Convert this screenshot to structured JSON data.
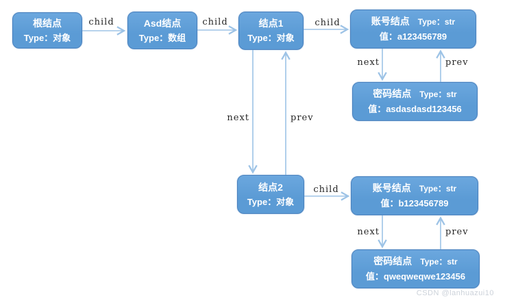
{
  "watermark": "CSDN @lanhuazui10",
  "colors": {
    "node_fill": "#5b9bd5",
    "node_border": "#4a80bd",
    "arrow": "#9dc3e6",
    "edge_label_text": "#262626",
    "node_text": "#ffffff",
    "watermark_text": "#ccd2da",
    "background": "#ffffff"
  },
  "nodes": {
    "root": {
      "name": "根结点",
      "type": "Type：对象"
    },
    "asd": {
      "name": "Asd结点",
      "type": "Type：数组"
    },
    "node1": {
      "name": "结点1",
      "type": "Type：对象"
    },
    "account1": {
      "name": "账号结点",
      "type": "Type：str",
      "value": "值：a123456789"
    },
    "password1": {
      "name": "密码结点",
      "type": "Type：str",
      "value": "值：asdasdasd123456"
    },
    "node2": {
      "name": "结点2",
      "type": "Type：对象"
    },
    "account2": {
      "name": "账号结点",
      "type": "Type：str",
      "value": "值：b123456789"
    },
    "password2": {
      "name": "密码结点",
      "type": "Type：str",
      "value": "值：qweqweqwe123456"
    }
  },
  "edges": [
    {
      "from": "root",
      "to": "asd",
      "label": "child"
    },
    {
      "from": "asd",
      "to": "node1",
      "label": "child"
    },
    {
      "from": "node1",
      "to": "account1",
      "label": "child"
    },
    {
      "from": "account1",
      "to": "password1",
      "label": "next"
    },
    {
      "from": "password1",
      "to": "account1",
      "label": "prev"
    },
    {
      "from": "node1",
      "to": "node2",
      "label": "next"
    },
    {
      "from": "node2",
      "to": "node1",
      "label": "prev"
    },
    {
      "from": "node2",
      "to": "account2",
      "label": "child"
    },
    {
      "from": "account2",
      "to": "password2",
      "label": "next"
    },
    {
      "from": "password2",
      "to": "account2",
      "label": "prev"
    }
  ]
}
